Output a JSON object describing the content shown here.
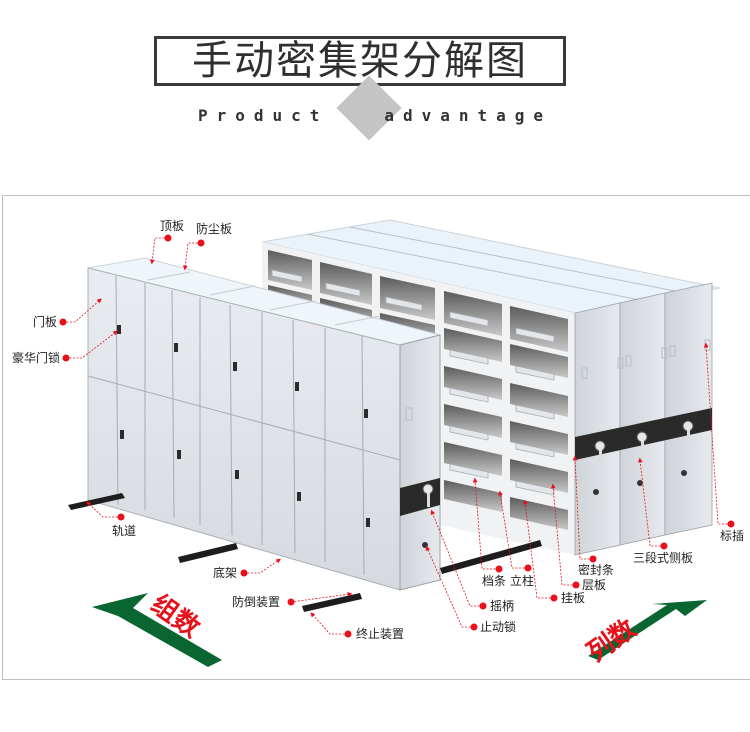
{
  "header": {
    "title": "手动密集架分解图",
    "subtitle_left": "Product",
    "subtitle_right": "advantage"
  },
  "colors": {
    "label_dot": "#e8101a",
    "leader_line": "#e8101a",
    "arrow_green": "#0a6631",
    "arrow_text": "#e8101a",
    "cabinet_face": "#dde1e6",
    "cabinet_top": "#eef5fb",
    "band_dark": "#2a2a2a",
    "frame_border": "#bdbdbd"
  },
  "diagram": {
    "labels": {
      "top_panel": "顶板",
      "dust_panel": "防尘板",
      "door_panel": "门板",
      "luxury_lock": "豪华门锁",
      "track": "轨道",
      "base_frame": "底架",
      "anti_tip": "防倒装置",
      "end_stop": "终止装置",
      "stop_lock": "止动锁",
      "crank_handle": "摇柄",
      "baffle_strip": "档条",
      "upright": "立柱",
      "hanging_plate": "挂板",
      "shelf": "层板",
      "seal_strip": "密封条",
      "three_section_side": "三段式侧板",
      "label_slot": "标插"
    },
    "arrows": {
      "group_count": "组数",
      "column_count": "列数"
    }
  }
}
